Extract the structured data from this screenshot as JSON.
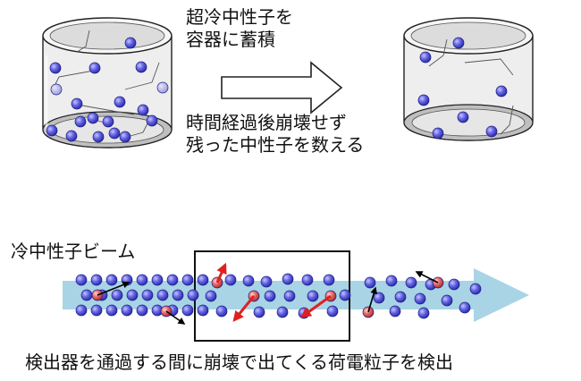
{
  "top_section": {
    "store_caption": [
      "超冷中性子を",
      "容器に蓄積"
    ],
    "count_caption": [
      "時間経過後崩壊せず",
      "残った中性子を数える"
    ]
  },
  "bottom_section": {
    "beam_title": "冷中性子ビーム",
    "detect_caption": "検出器を通過する間に崩壊で出てくる荷電粒子を検出"
  },
  "colors": {
    "neutron": "#5858dc",
    "decay_particle": "#e06060",
    "beam": "#a8d4e6",
    "emission_arrow_red": "#e02020",
    "emission_arrow_black": "#000000"
  }
}
